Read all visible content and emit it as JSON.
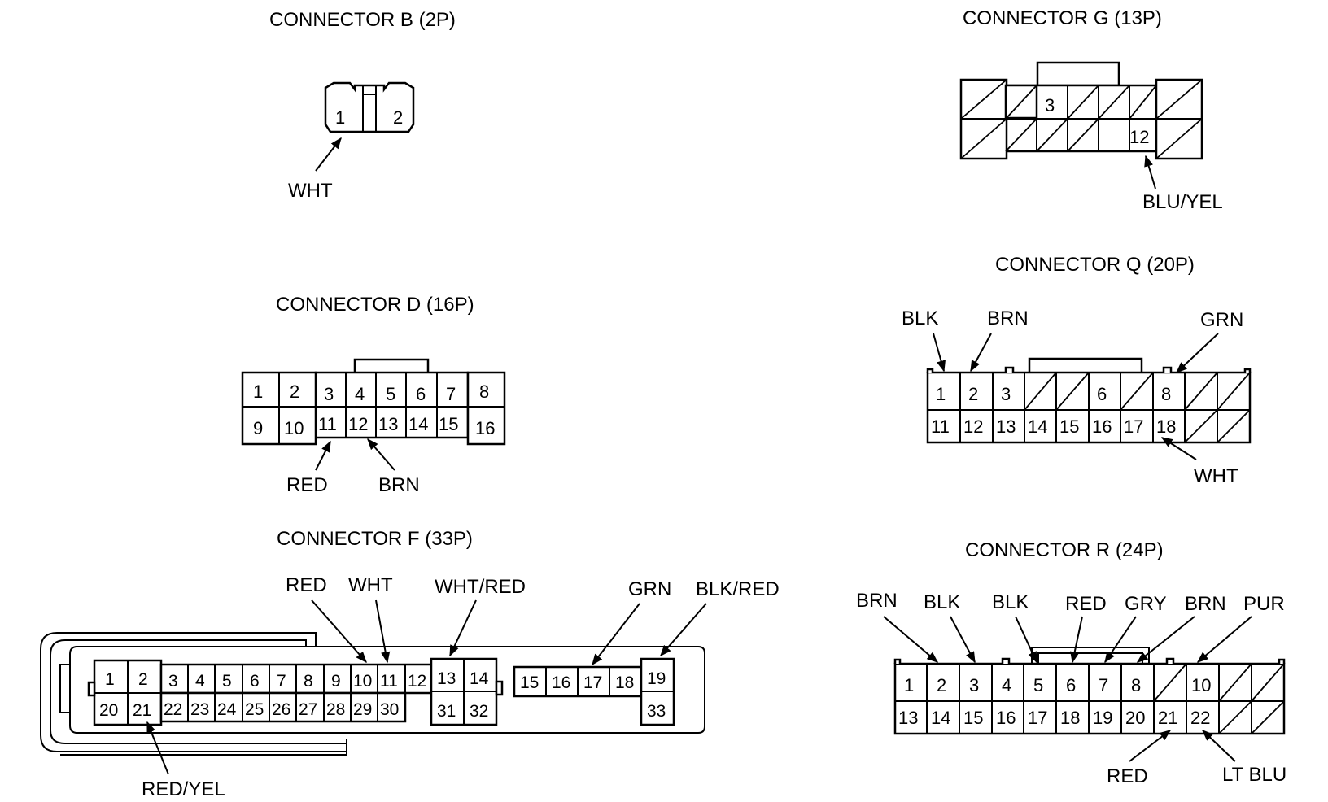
{
  "connectors": {
    "b": {
      "title": "CONNECTOR B (2P)",
      "pins": [
        "1",
        "2"
      ],
      "wires": [
        "WHT"
      ]
    },
    "g": {
      "title": "CONNECTOR G (13P)",
      "pins": [
        "3",
        "12"
      ],
      "wires": [
        "BLU/YEL"
      ]
    },
    "d": {
      "title": "CONNECTOR D (16P)",
      "pins": [
        "1",
        "2",
        "3",
        "4",
        "5",
        "6",
        "7",
        "8",
        "9",
        "10",
        "11",
        "12",
        "13",
        "14",
        "15",
        "16"
      ],
      "wires": [
        "RED",
        "BRN"
      ]
    },
    "q": {
      "title": "CONNECTOR Q (20P)",
      "pins": [
        "1",
        "2",
        "3",
        "6",
        "8",
        "11",
        "12",
        "13",
        "14",
        "15",
        "16",
        "17",
        "18"
      ],
      "wires": [
        "BLK",
        "BRN",
        "GRN",
        "WHT"
      ]
    },
    "f": {
      "title": "CONNECTOR F (33P)",
      "pins": [
        "1",
        "2",
        "3",
        "4",
        "5",
        "6",
        "7",
        "8",
        "9",
        "10",
        "11",
        "12",
        "13",
        "14",
        "15",
        "16",
        "17",
        "18",
        "19",
        "20",
        "21",
        "22",
        "23",
        "24",
        "25",
        "26",
        "27",
        "28",
        "29",
        "30",
        "31",
        "32",
        "33"
      ],
      "wires": [
        "RED",
        "WHT",
        "WHT/RED",
        "GRN",
        "BLK/RED",
        "RED/YEL"
      ]
    },
    "r": {
      "title": "CONNECTOR R (24P)",
      "pins": [
        "1",
        "2",
        "3",
        "4",
        "5",
        "6",
        "7",
        "8",
        "10",
        "13",
        "14",
        "15",
        "16",
        "17",
        "18",
        "19",
        "20",
        "21",
        "22"
      ],
      "wires": [
        "BRN",
        "BLK",
        "BLK",
        "RED",
        "GRY",
        "BRN",
        "PUR",
        "RED",
        "LT BLU"
      ]
    }
  }
}
